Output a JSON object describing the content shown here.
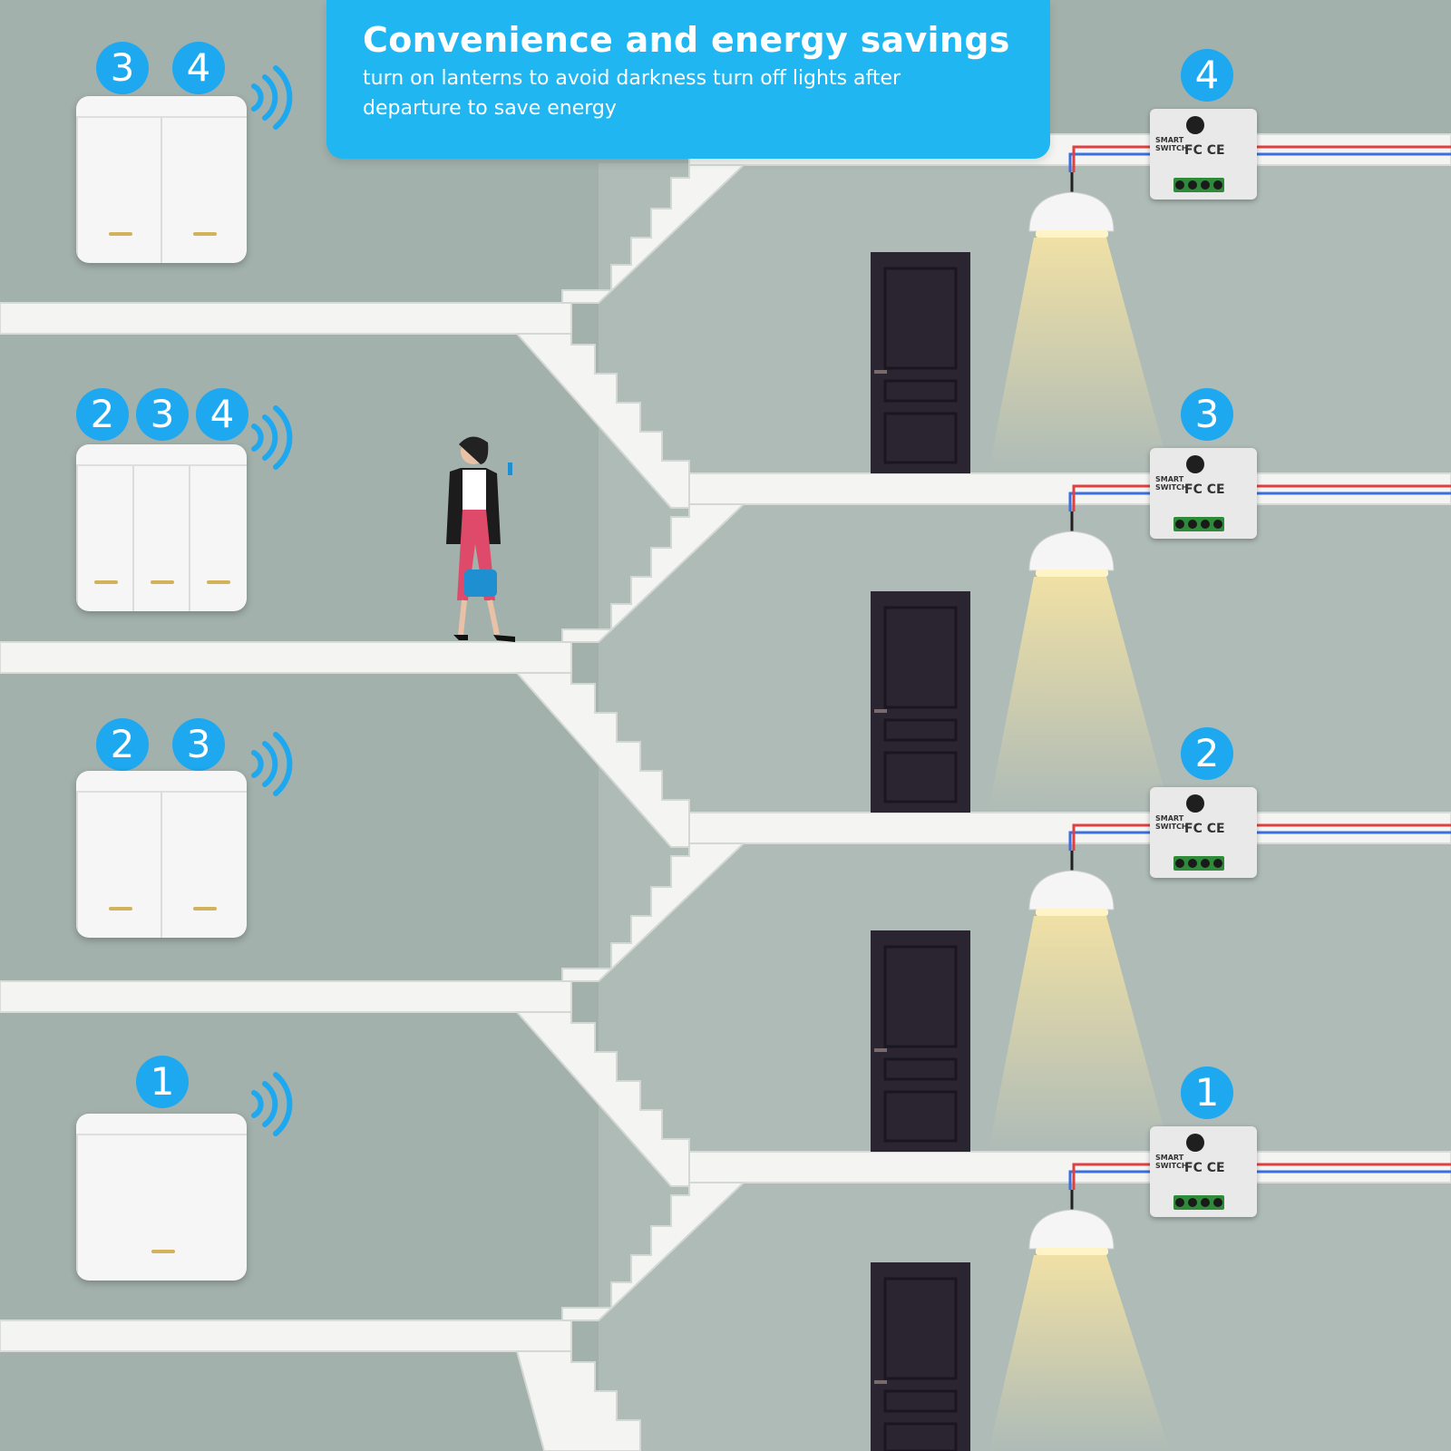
{
  "banner": {
    "title": "Convenience and energy savings",
    "subtitle": "turn on lanterns to avoid darkness turn off lights after departure to save energy"
  },
  "remote_switches": [
    {
      "floor": 4,
      "buttons": [
        "3",
        "4"
      ]
    },
    {
      "floor": 3,
      "buttons": [
        "2",
        "3",
        "4"
      ]
    },
    {
      "floor": 2,
      "buttons": [
        "2",
        "3"
      ]
    },
    {
      "floor": 1,
      "buttons": [
        "1"
      ]
    }
  ],
  "relay_modules": [
    {
      "number": "4",
      "label": "SMART SWITCH"
    },
    {
      "number": "3",
      "label": "SMART SWITCH"
    },
    {
      "number": "2",
      "label": "SMART SWITCH"
    },
    {
      "number": "1",
      "label": "SMART SWITCH"
    }
  ],
  "colors": {
    "wall": "#a3b1ac",
    "wall_light": "#aebbb7",
    "stair": "#f4f5f3",
    "accent": "#1fb6f1",
    "badge": "#1ea8f0",
    "door": "#2a2530",
    "wire_red": "#e04040",
    "wire_blue": "#3a6fe0",
    "light_glow": "#f3e2a4"
  },
  "icons": [
    "wireless-signal-icon",
    "pendant-lamp-icon",
    "door-icon",
    "person-with-phone-icon"
  ]
}
